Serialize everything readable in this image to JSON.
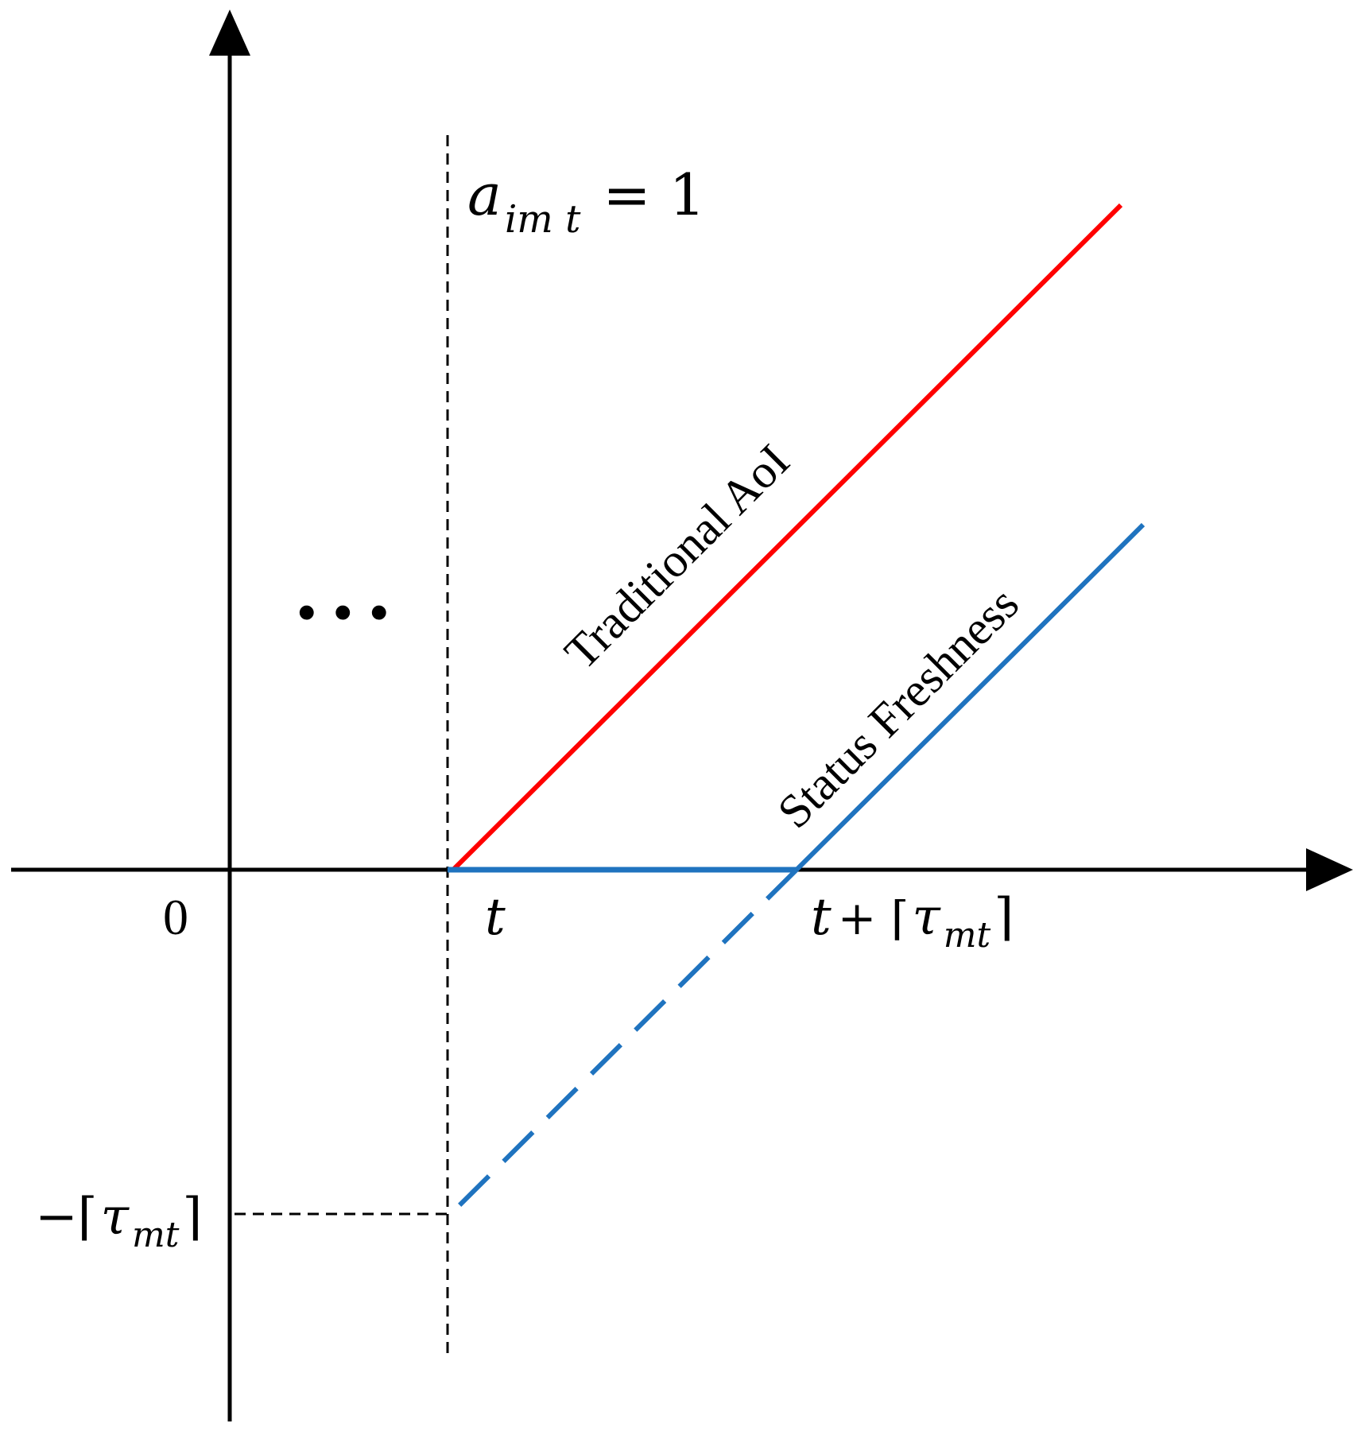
{
  "colors": {
    "axis": "#000000",
    "traditional_aoi": "#ff0000",
    "status_freshness": "#1f73bf",
    "guide": "#000000"
  },
  "labels": {
    "origin": "0",
    "event_base": "a",
    "event_sub": "im t",
    "event_rhs": "= 1",
    "t_tick": "t",
    "t_plus_base": "t",
    "t_plus_op": "+ ⌈",
    "tau": "τ",
    "tau_sub": "mt",
    "close_ceil": "⌉",
    "neg_open": "−⌈",
    "ellipsis": "...",
    "traditional_aoi": "Traditional AoI",
    "status_freshness": "Status Freshness"
  }
}
